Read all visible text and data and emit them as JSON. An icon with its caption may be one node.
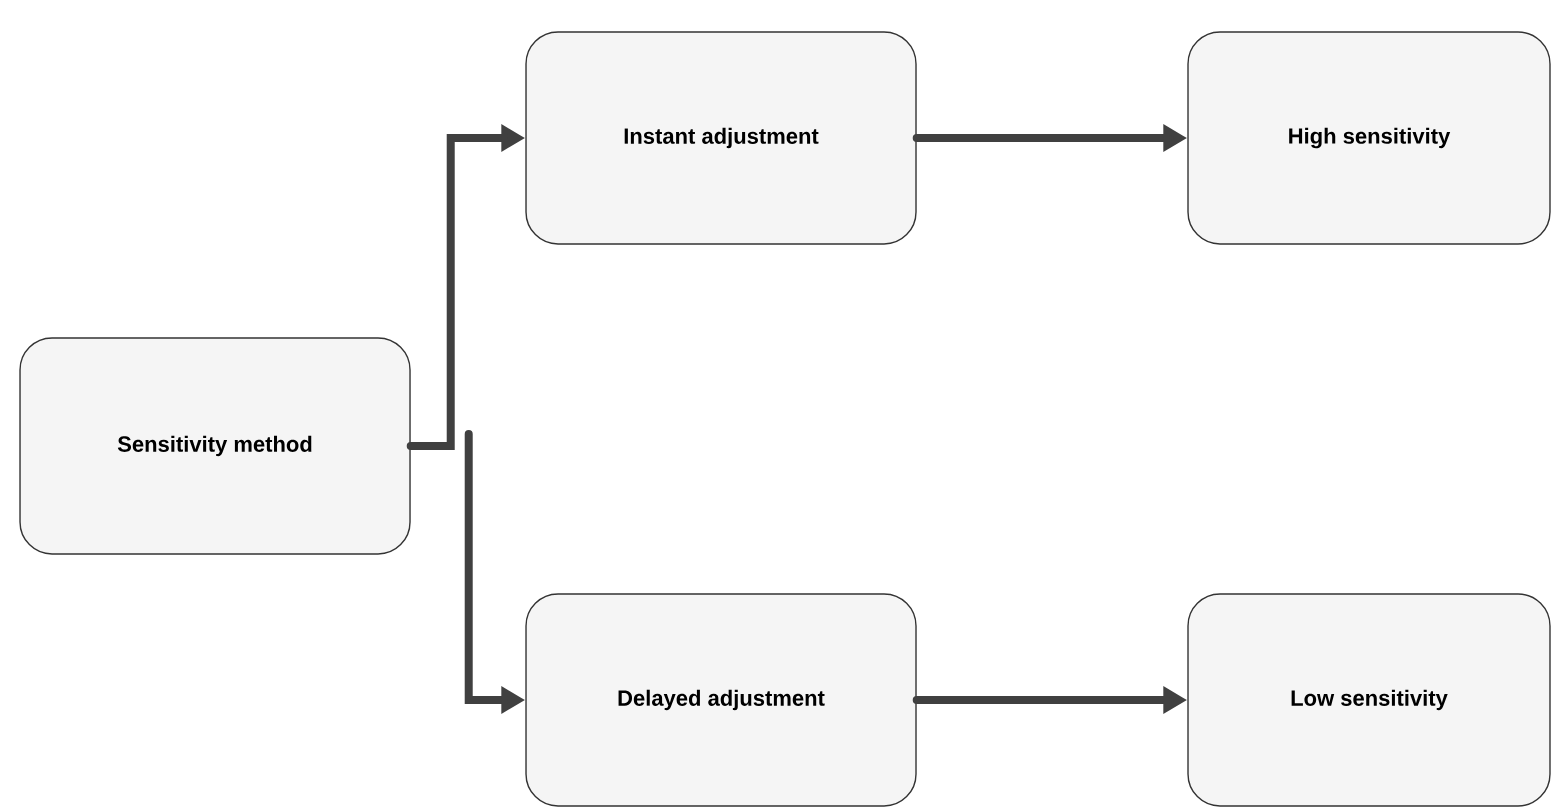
{
  "diagram": {
    "nodes": [
      {
        "text": [
          "Sensitivity method"
        ]
      },
      {
        "text": [
          "Instant adjustment"
        ]
      },
      {
        "text": [
          "High sensitivity"
        ]
      },
      {
        "text": [
          "Delayed adjustment"
        ]
      },
      {
        "text": [
          "Low sensitivity"
        ]
      }
    ],
    "edges": [
      {
        "from": 0,
        "to": 1,
        "arrow": "to"
      },
      {
        "from": 0,
        "to": 3,
        "arrow": "to"
      },
      {
        "from": 1,
        "to": 2,
        "arrow": "to"
      },
      {
        "from": 3,
        "to": 4,
        "arrow": "to"
      }
    ]
  }
}
